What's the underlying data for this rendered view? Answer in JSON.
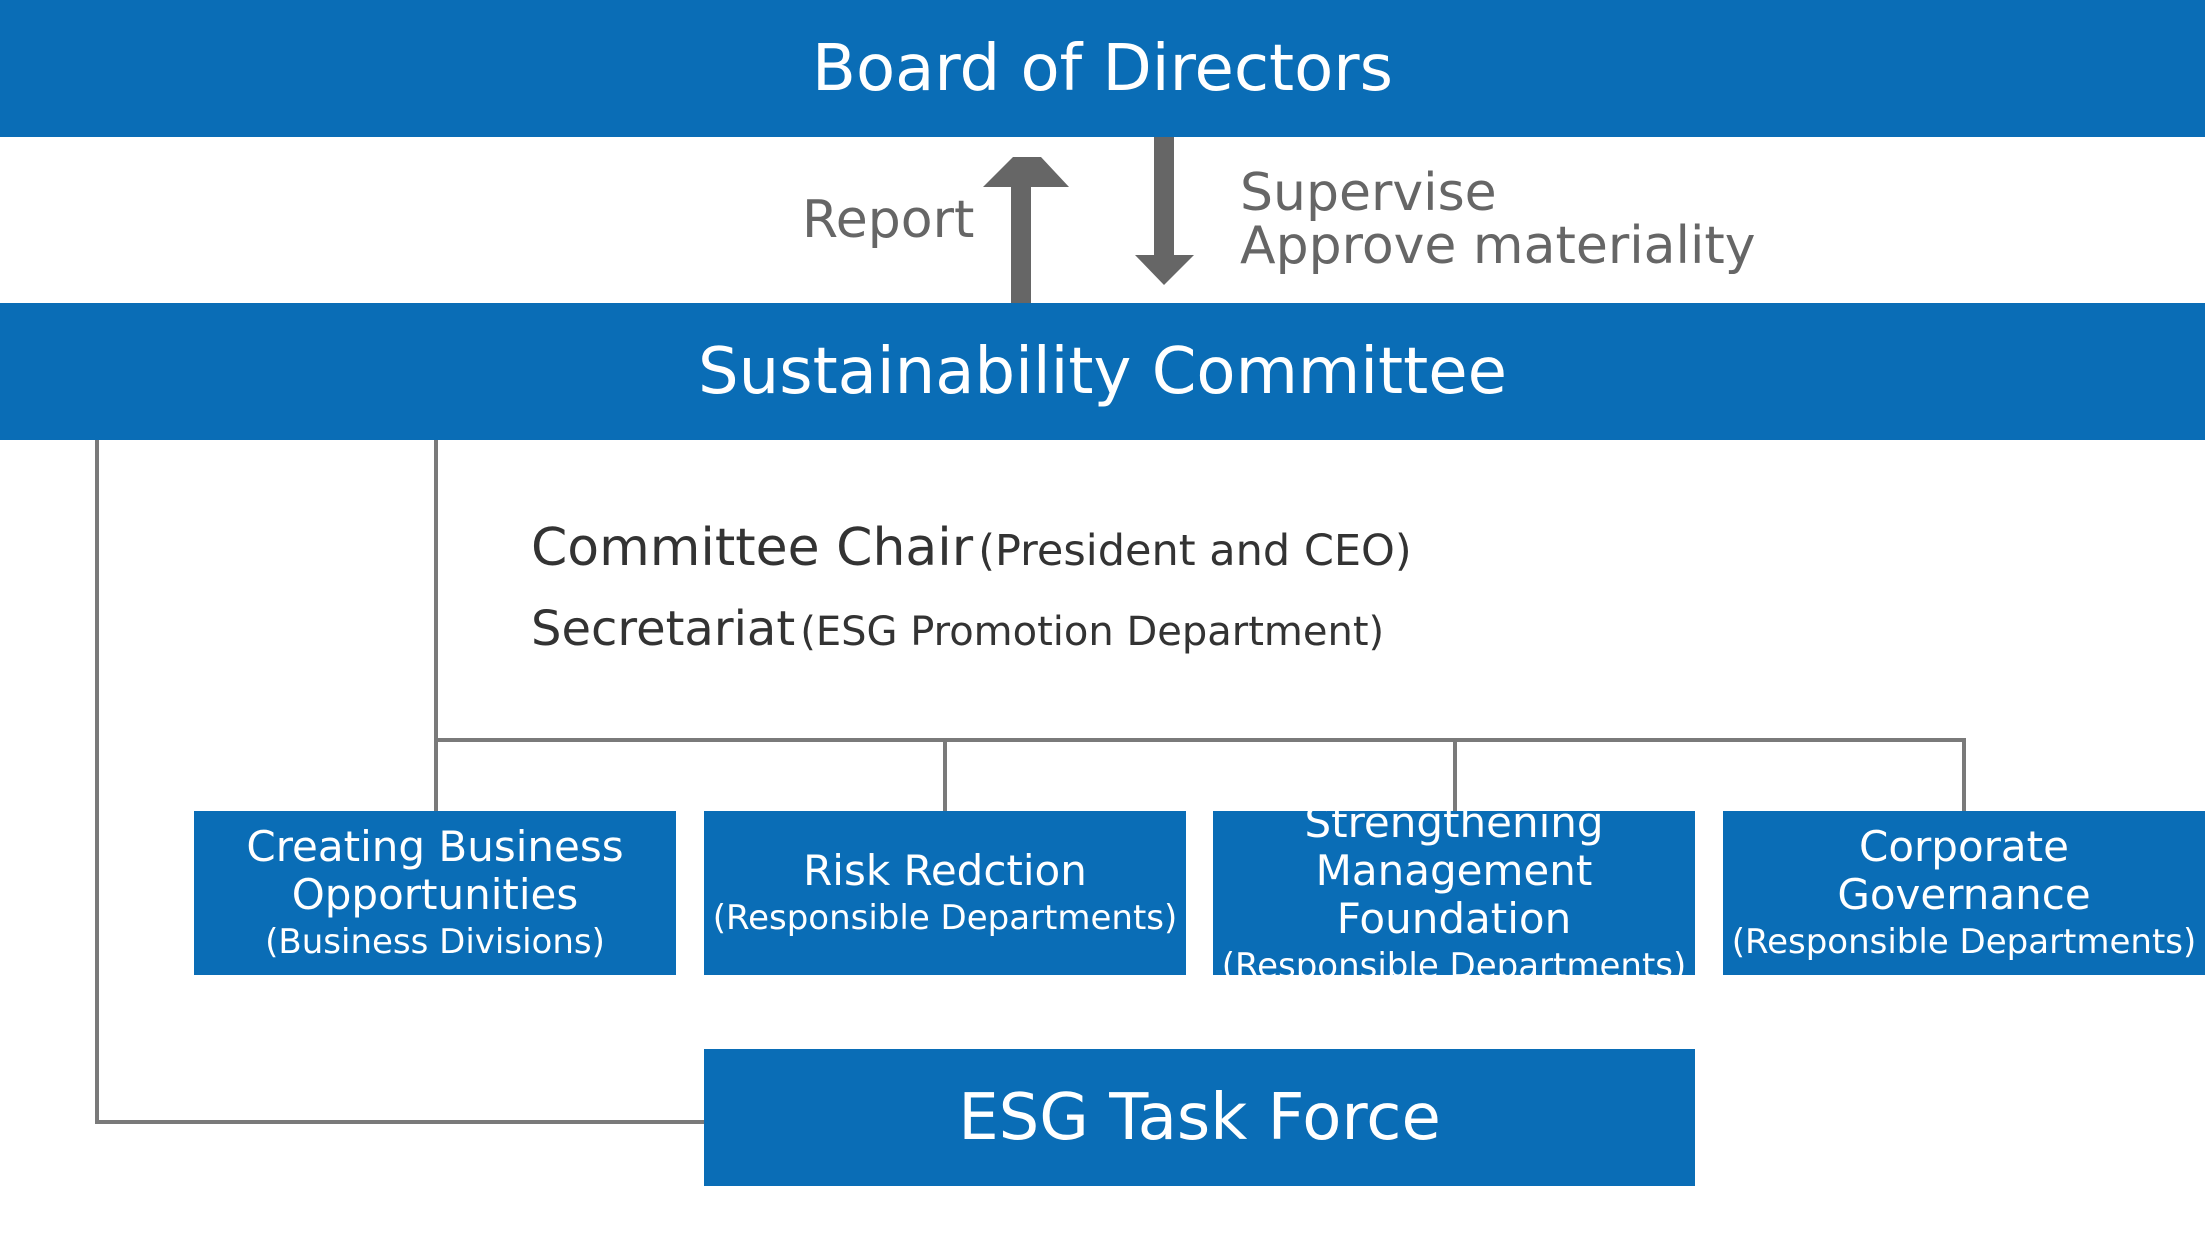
{
  "top": {
    "title": "Board of Directors"
  },
  "arrows": {
    "report_label": "Report",
    "supervise_label": "Supervise",
    "approve_label": "Approve materiality"
  },
  "committee": {
    "title": "Sustainability Committee"
  },
  "chair": {
    "role": "Committee Chair",
    "detail": "(President and CEO)"
  },
  "secretariat": {
    "role": "Secretariat",
    "detail": "(ESG Promotion Department)"
  },
  "subgroups": [
    {
      "line1": "Creating Business",
      "line2": "Opportunities",
      "sub": "(Business Divisions)"
    },
    {
      "line1": "Risk Redction",
      "line2": "",
      "sub": "(Responsible Departments)"
    },
    {
      "line1": "Strengthening",
      "line2": "Management Foundation",
      "sub": "(Responsible Departments)"
    },
    {
      "line1": "Corporate",
      "line2": "Governance",
      "sub": "(Responsible Departments)"
    }
  ],
  "taskforce": {
    "title": "ESG Task Force"
  },
  "colors": {
    "brand_blue": "#0a6db6",
    "arrow_gray": "#666666",
    "line_gray": "#7a7a7a"
  }
}
